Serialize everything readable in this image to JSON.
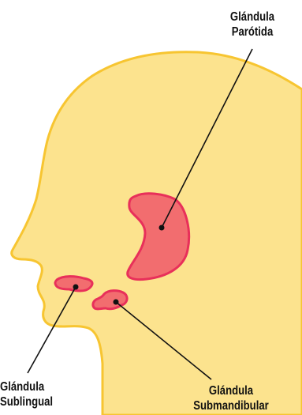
{
  "colors": {
    "head_fill": "#FCE38E",
    "head_stroke": "#F7C531",
    "gland_fill": "#F26D6F",
    "gland_stroke": "#E8305A",
    "leader_line": "#111111"
  },
  "labels": {
    "parotid": {
      "line1": "Glándula",
      "line2": "Parótida"
    },
    "sublingual": {
      "line1": "Glándula",
      "line2": "Sublingual"
    },
    "submandibular": {
      "line1": "Glándula",
      "line2": "Submandibular"
    }
  }
}
